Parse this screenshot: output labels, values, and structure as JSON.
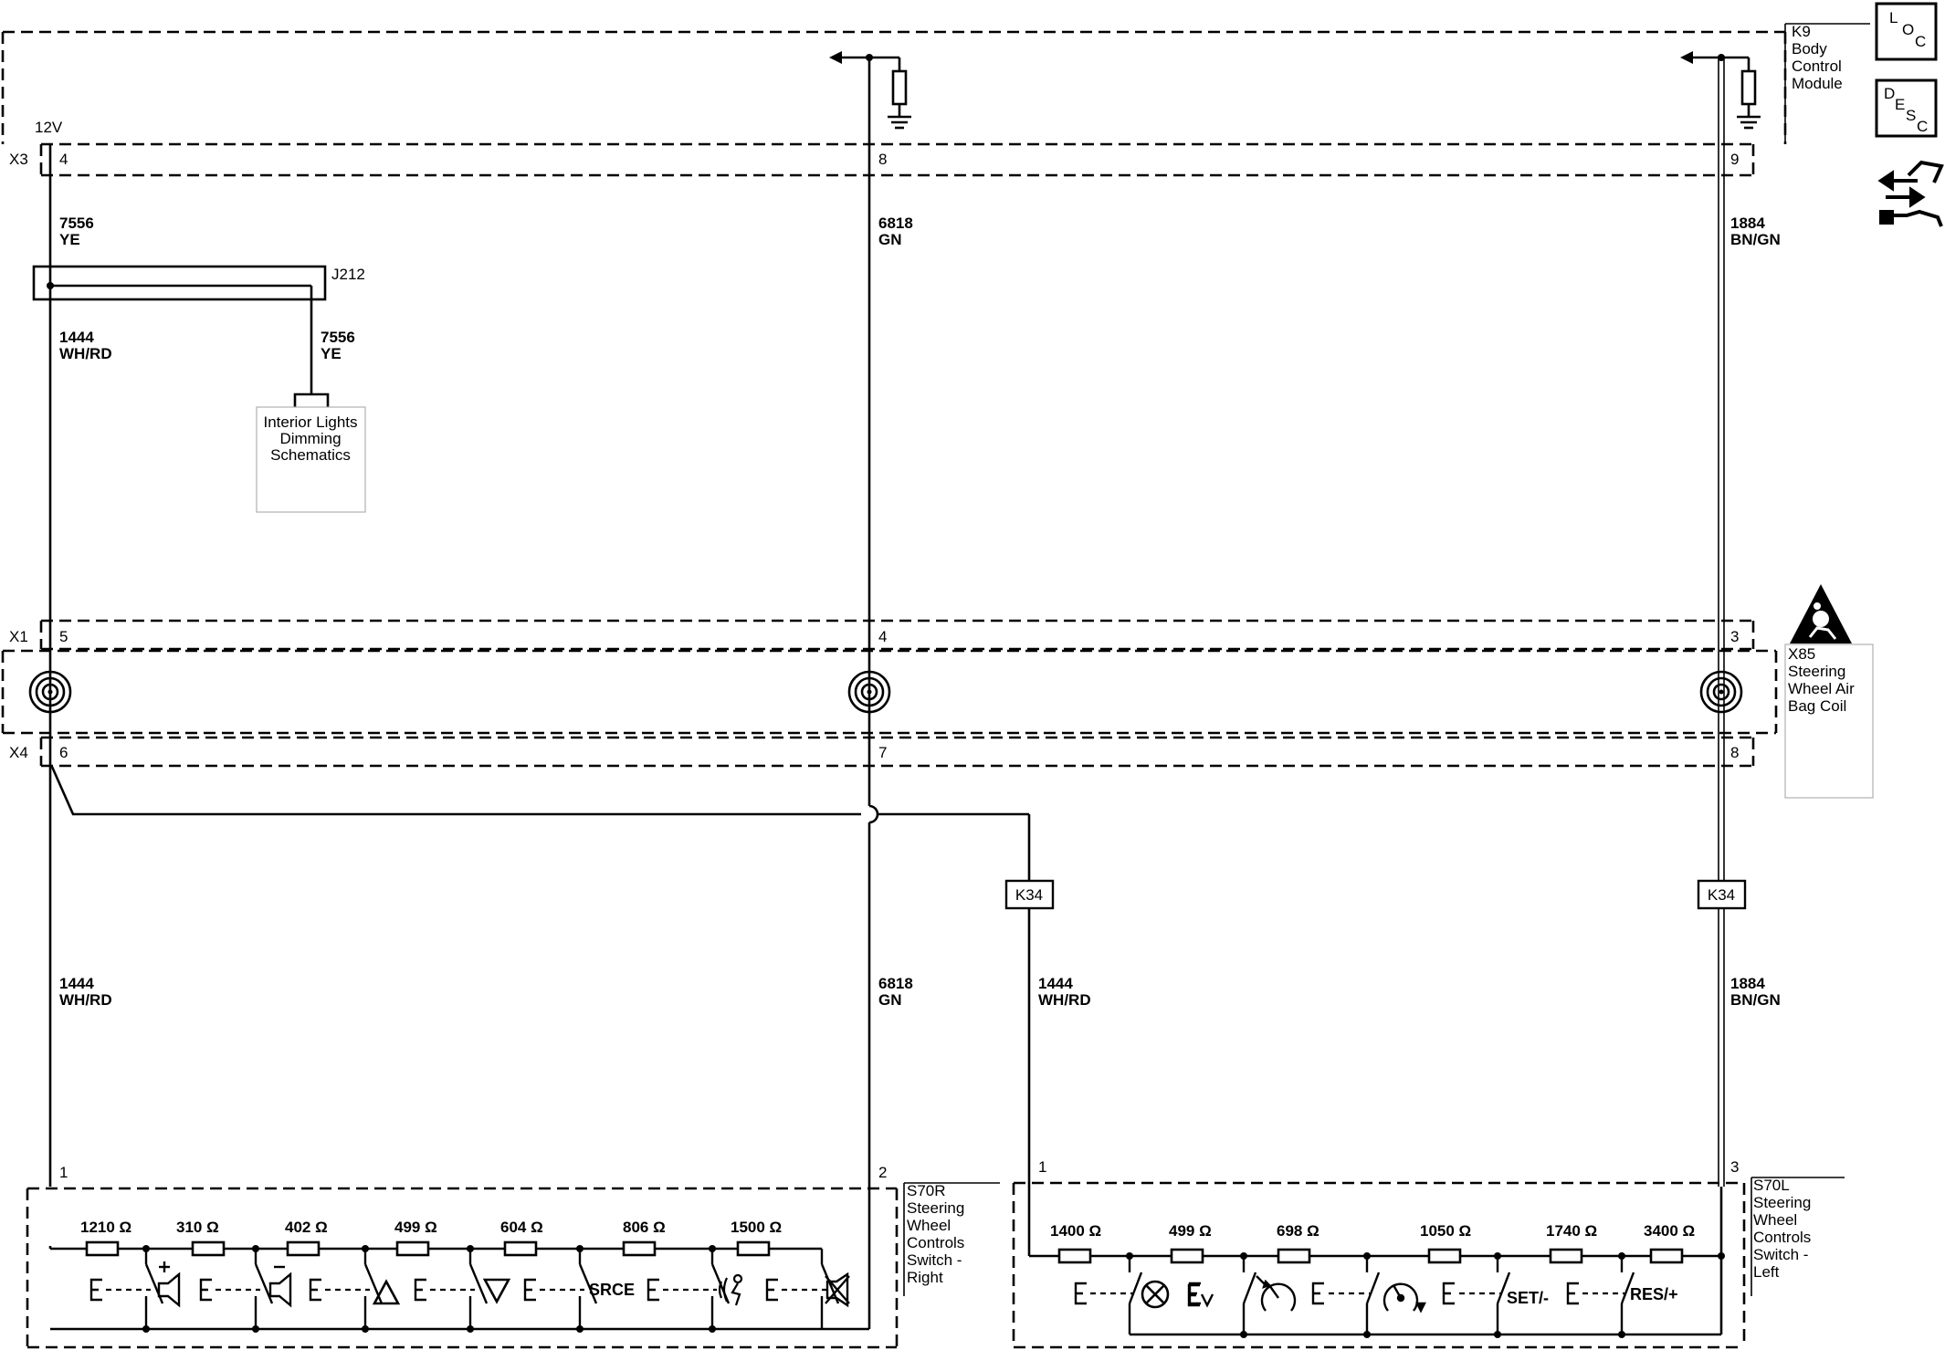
{
  "connectors": {
    "x3": "X3",
    "x1": "X1",
    "x4": "X4"
  },
  "supply": "12V",
  "pins": {
    "x3_4": "4",
    "x3_8": "8",
    "x3_9": "9",
    "x1_5": "5",
    "x1_4": "4",
    "x1_3": "3",
    "x4_6": "6",
    "x4_7": "7",
    "x4_8": "8",
    "s70r_1": "1",
    "s70r_2": "2",
    "s70l_1": "1",
    "s70l_3": "3"
  },
  "wires": {
    "w7556_top": {
      "num": "7556",
      "color": "YE"
    },
    "w6818_top": {
      "num": "6818",
      "color": "GN"
    },
    "w1884_top": {
      "num": "1884",
      "color": "BN/GN"
    },
    "w1444_upper": {
      "num": "1444",
      "color": "WH/RD"
    },
    "w7556_branch": {
      "num": "7556",
      "color": "YE"
    },
    "w1444_left": {
      "num": "1444",
      "color": "WH/RD"
    },
    "w6818_low": {
      "num": "6818",
      "color": "GN"
    },
    "w1444_mid": {
      "num": "1444",
      "color": "WH/RD"
    },
    "w1884_low": {
      "num": "1884",
      "color": "BN/GN"
    }
  },
  "splice": "J212",
  "ref_box": {
    "l1": "Interior Lights",
    "l2": "Dimming",
    "l3": "Schematics"
  },
  "inline": {
    "k34_a": "K34",
    "k34_b": "K34"
  },
  "components": {
    "k9": {
      "l1": "K9",
      "l2": "Body",
      "l3": "Control",
      "l4": "Module"
    },
    "x85": {
      "l1": "X85",
      "l2": "Steering",
      "l3": "Wheel Air",
      "l4": "Bag Coil"
    },
    "s70r": {
      "l1": "S70R",
      "l2": "Steering",
      "l3": "Wheel",
      "l4": "Controls",
      "l5": "Switch -",
      "l6": "Right"
    },
    "s70l": {
      "l1": "S70L",
      "l2": "Steering",
      "l3": "Wheel",
      "l4": "Controls",
      "l5": "Switch -",
      "l6": "Left"
    }
  },
  "right_resistors": [
    "1210 Ω",
    "310 Ω",
    "402 Ω",
    "499 Ω",
    "604 Ω",
    "806 Ω",
    "1500 Ω"
  ],
  "left_resistors": [
    "1400 Ω",
    "499 Ω",
    "698 Ω",
    "1050 Ω",
    "1740 Ω",
    "3400 Ω"
  ],
  "switch_labels": {
    "srce": "SRCE",
    "set": "SET/-",
    "res": "RES/+"
  },
  "legend": {
    "loc": {
      "a": "L",
      "b": "O",
      "c": "C"
    },
    "desc": {
      "a": "D",
      "b": "E",
      "c": "S",
      "d": "C"
    }
  },
  "icons": [
    "loc-icon",
    "desc-icon",
    "connector-view-icon",
    "airbag-warning-icon",
    "volume-up-icon",
    "volume-down-icon",
    "triangle-up-icon",
    "triangle-down-icon",
    "voice-icon",
    "mute-icon",
    "cancel-icon",
    "speed-limiter-icon",
    "cruise-icon"
  ]
}
